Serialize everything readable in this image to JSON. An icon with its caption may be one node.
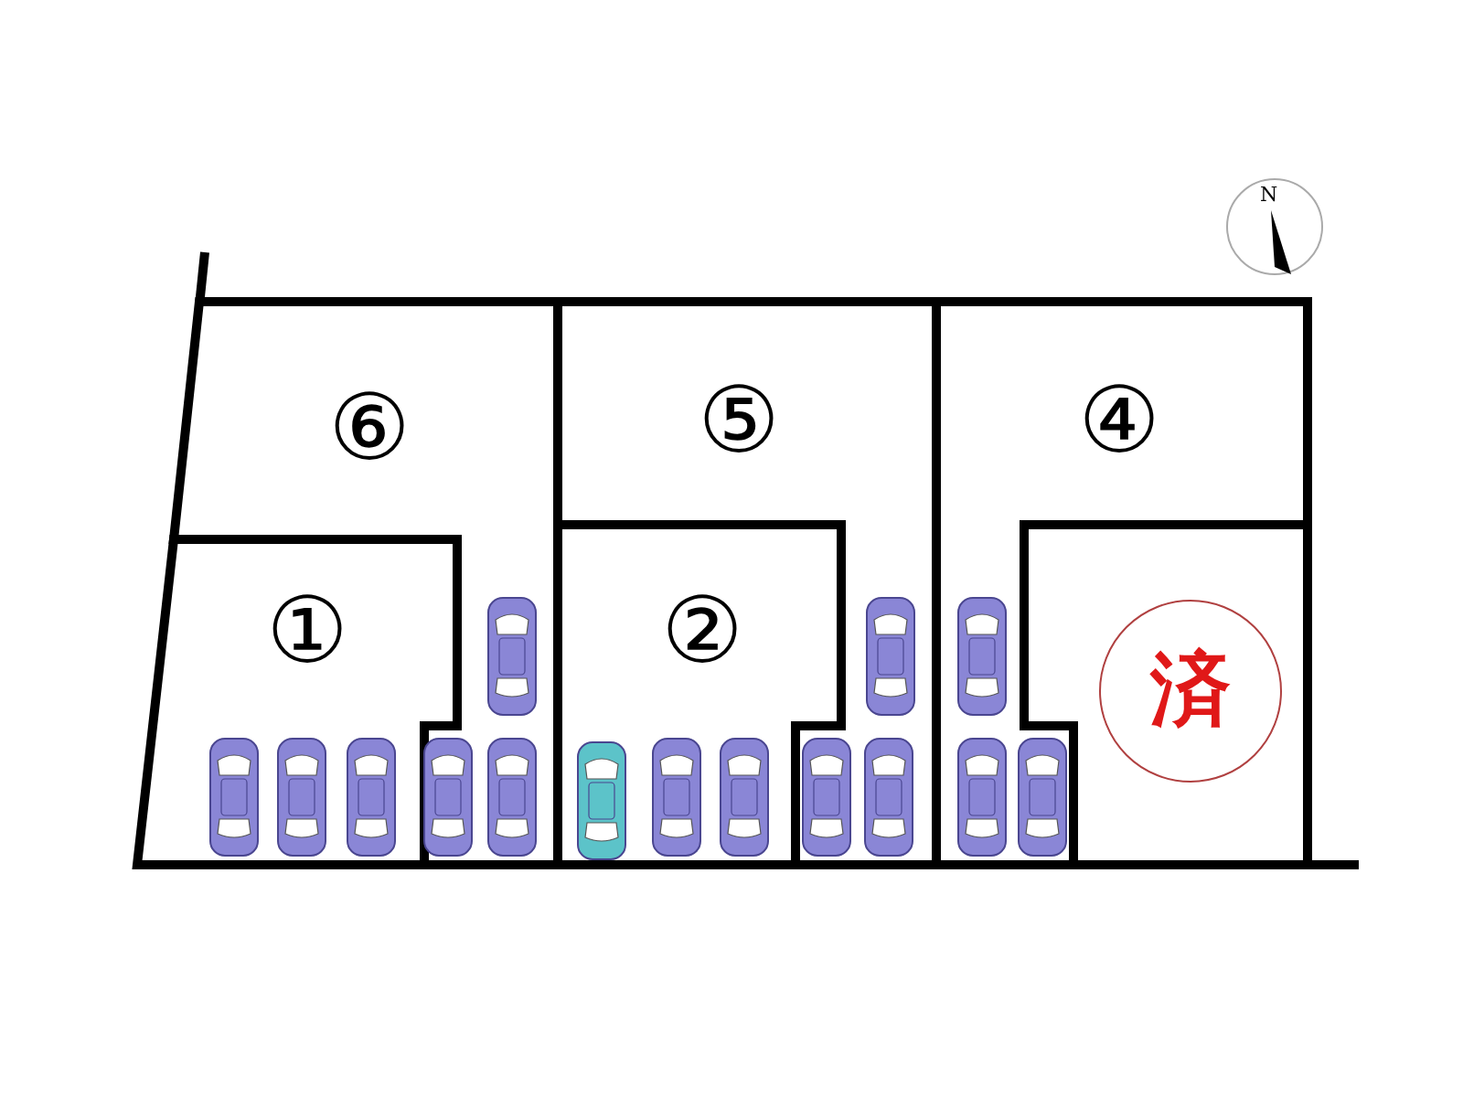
{
  "diagram": {
    "nodes": [
      {
        "text": [
          "⑥"
        ]
      },
      {
        "text": [
          "⑤"
        ]
      },
      {
        "text": [
          "④"
        ]
      },
      {
        "text": [
          "①"
        ]
      },
      {
        "text": [
          "②"
        ]
      },
      {
        "text": [],
        "shape": "box"
      },
      {
        "text": [
          "済"
        ],
        "in": 5
      }
    ],
    "labels": [
      "N"
    ]
  }
}
